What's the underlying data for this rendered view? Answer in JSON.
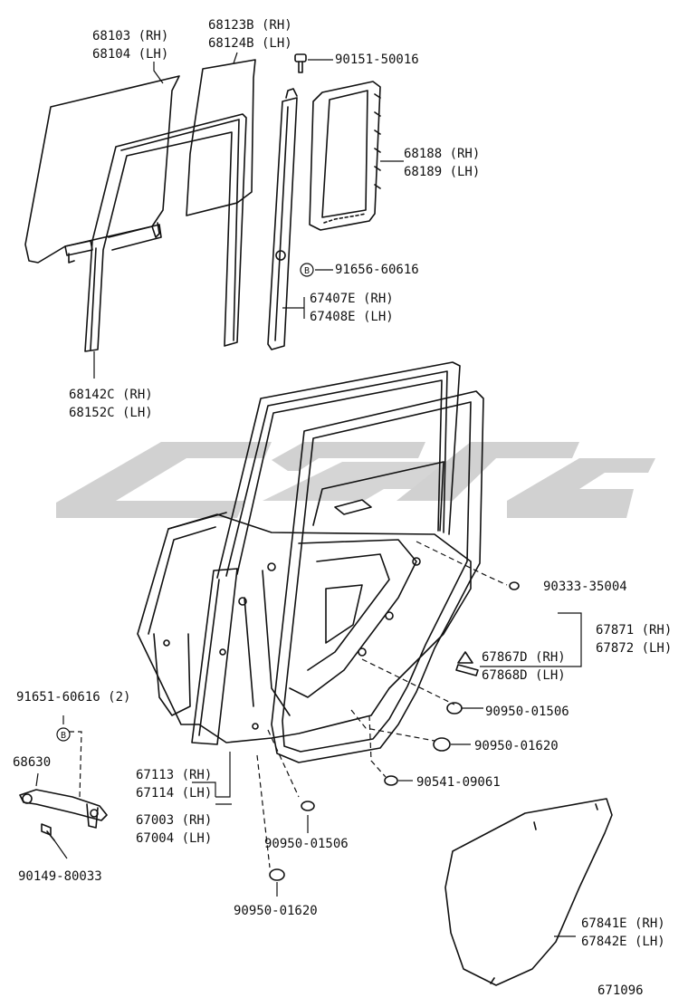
{
  "watermark": "Chinese Car Parts watermark (stylized logo)",
  "callouts": {
    "glass_door": [
      "68103 (RH)",
      "68104 (LH)"
    ],
    "glass_quarter": [
      "68123B (RH)",
      "68124B (LH)"
    ],
    "screw_top": "90151-50016",
    "quarter_weatherstrip": [
      "68188 (RH)",
      "68189 (LH)"
    ],
    "bolt_b_mid": "91656-60616",
    "division_bar": [
      "67407E (RH)",
      "67408E (LH)"
    ],
    "run_channel": [
      "68142C (RH)",
      "68152C (LH)"
    ],
    "o_ring": "90333-35004",
    "door_weatherstrip": [
      "67871 (RH)",
      "67872 (LH)"
    ],
    "clip_seal": [
      "67867D (RH)",
      "67868D (LH)"
    ],
    "plug_a1": "90950-01506",
    "plug_b1": "90950-01620",
    "grommet": "90541-09061",
    "bolt_b_left": "91651-60616 (2)",
    "hinge_part": "68630",
    "screw_left": "90149-80033",
    "door_panel": [
      "67113 (RH)",
      "67114 (LH)"
    ],
    "door_assy": [
      "67003 (RH)",
      "67004 (LH)"
    ],
    "plug_a2": "90950-01506",
    "plug_b2": "90950-01620",
    "service_cover": [
      "67841E (RH)",
      "67842E (LH)"
    ],
    "diagram_id": "671096",
    "badge_b": "B"
  }
}
